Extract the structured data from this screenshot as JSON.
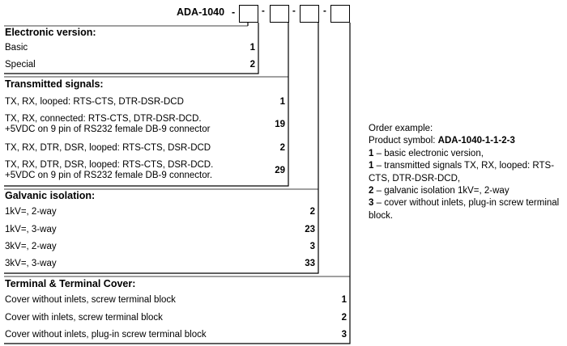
{
  "header": {
    "symbol": "ADA-1040",
    "separator": "-"
  },
  "sections": [
    {
      "title": "Electronic version:",
      "items": [
        {
          "label": "Basic",
          "code": "1"
        },
        {
          "label": "Special",
          "code": "2"
        }
      ]
    },
    {
      "title": "Transmitted signals:",
      "items": [
        {
          "label": "TX, RX, looped: RTS-CTS, DTR-DSR-DCD",
          "code": "1"
        },
        {
          "label": "TX, RX, connected: RTS-CTS, DTR-DSR-DCD.",
          "label2": "+5VDC on 9 pin of RS232 female DB-9 connector",
          "code": "19"
        },
        {
          "label": "TX, RX, DTR, DSR, looped: RTS-CTS, DSR-DCD",
          "code": "2"
        },
        {
          "label": "TX, RX, DTR, DSR, looped: RTS-CTS, DSR-DCD.",
          "label2": "+5VDC on 9 pin of RS232 female DB-9 connector.",
          "code": "29"
        }
      ]
    },
    {
      "title": "Galvanic isolation:",
      "items": [
        {
          "label": "1kV=, 2-way",
          "code": "2"
        },
        {
          "label": "1kV=, 3-way",
          "code": "23"
        },
        {
          "label": "3kV=, 2-way",
          "code": "3"
        },
        {
          "label": "3kV=, 3-way",
          "code": "33"
        }
      ]
    },
    {
      "title": "Terminal & Terminal Cover:",
      "items": [
        {
          "label": "Cover without inlets, screw terminal block",
          "code": "1"
        },
        {
          "label": "Cover with inlets, screw terminal block",
          "code": "2"
        },
        {
          "label": "Cover without inlets, plug-in screw terminal block",
          "code": "3"
        }
      ]
    }
  ],
  "order_example": {
    "line1": "Order example:",
    "line2_prefix": "Product symbol: ",
    "line2_symbol": "ADA-1040-1-1-2-3",
    "items": [
      {
        "num": "1",
        "text": " – basic electronic version,"
      },
      {
        "num": "1",
        "text": " – transmitted signals TX, RX, looped: RTS-CTS, DTR-DSR-DCD,"
      },
      {
        "num": "2",
        "text": " – galvanic isolation 1kV=, 2-way"
      },
      {
        "num": "3",
        "text": " – cover without inlets, plug-in screw terminal block."
      }
    ]
  }
}
